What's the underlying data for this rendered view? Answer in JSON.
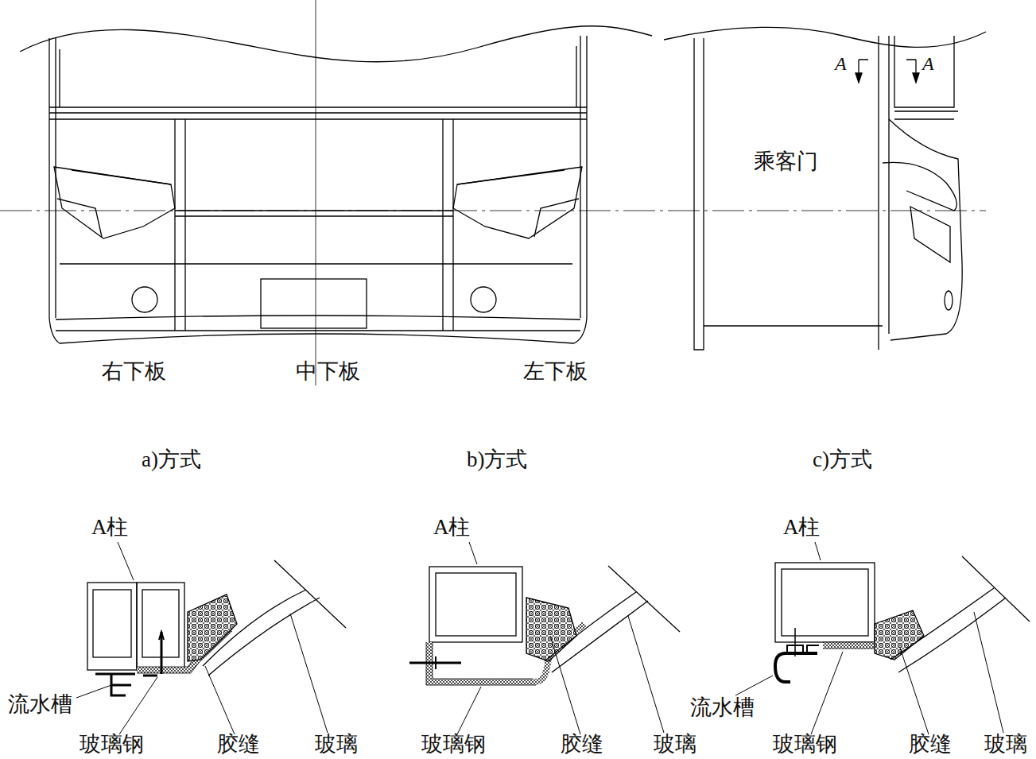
{
  "diagram": {
    "labels": [
      "A",
      "A",
      "乘客门",
      "右下板",
      "中下板",
      "左下板",
      "a)方式",
      "b)方式",
      "c)方式",
      "A柱",
      "流水槽",
      "玻璃钢",
      "胶缝",
      "玻璃",
      "A柱",
      "玻璃钢",
      "胶缝",
      "玻璃",
      "A柱",
      "流水槽",
      "玻璃钢",
      "胶缝",
      "玻璃"
    ]
  }
}
